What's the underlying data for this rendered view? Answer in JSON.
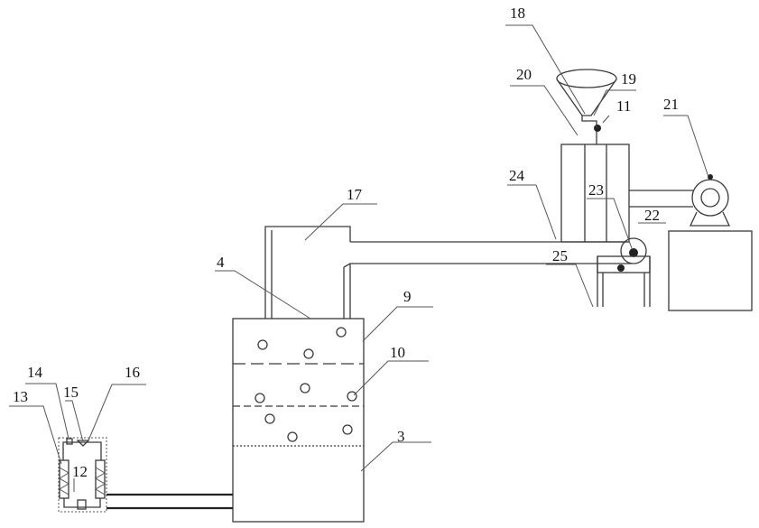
{
  "labels": {
    "l3": "3",
    "l4": "4",
    "l9": "9",
    "l10": "10",
    "l11": "11",
    "l12": "12",
    "l13": "13",
    "l14": "14",
    "l15": "15",
    "l16": "16",
    "l17": "17",
    "l18": "18",
    "l19": "19",
    "l20": "20",
    "l21": "21",
    "l22": "22",
    "l23": "23",
    "l24": "24",
    "l25": "25"
  },
  "colors": {
    "line": "#3a3a3a",
    "text": "#111111",
    "background": "#ffffff"
  }
}
